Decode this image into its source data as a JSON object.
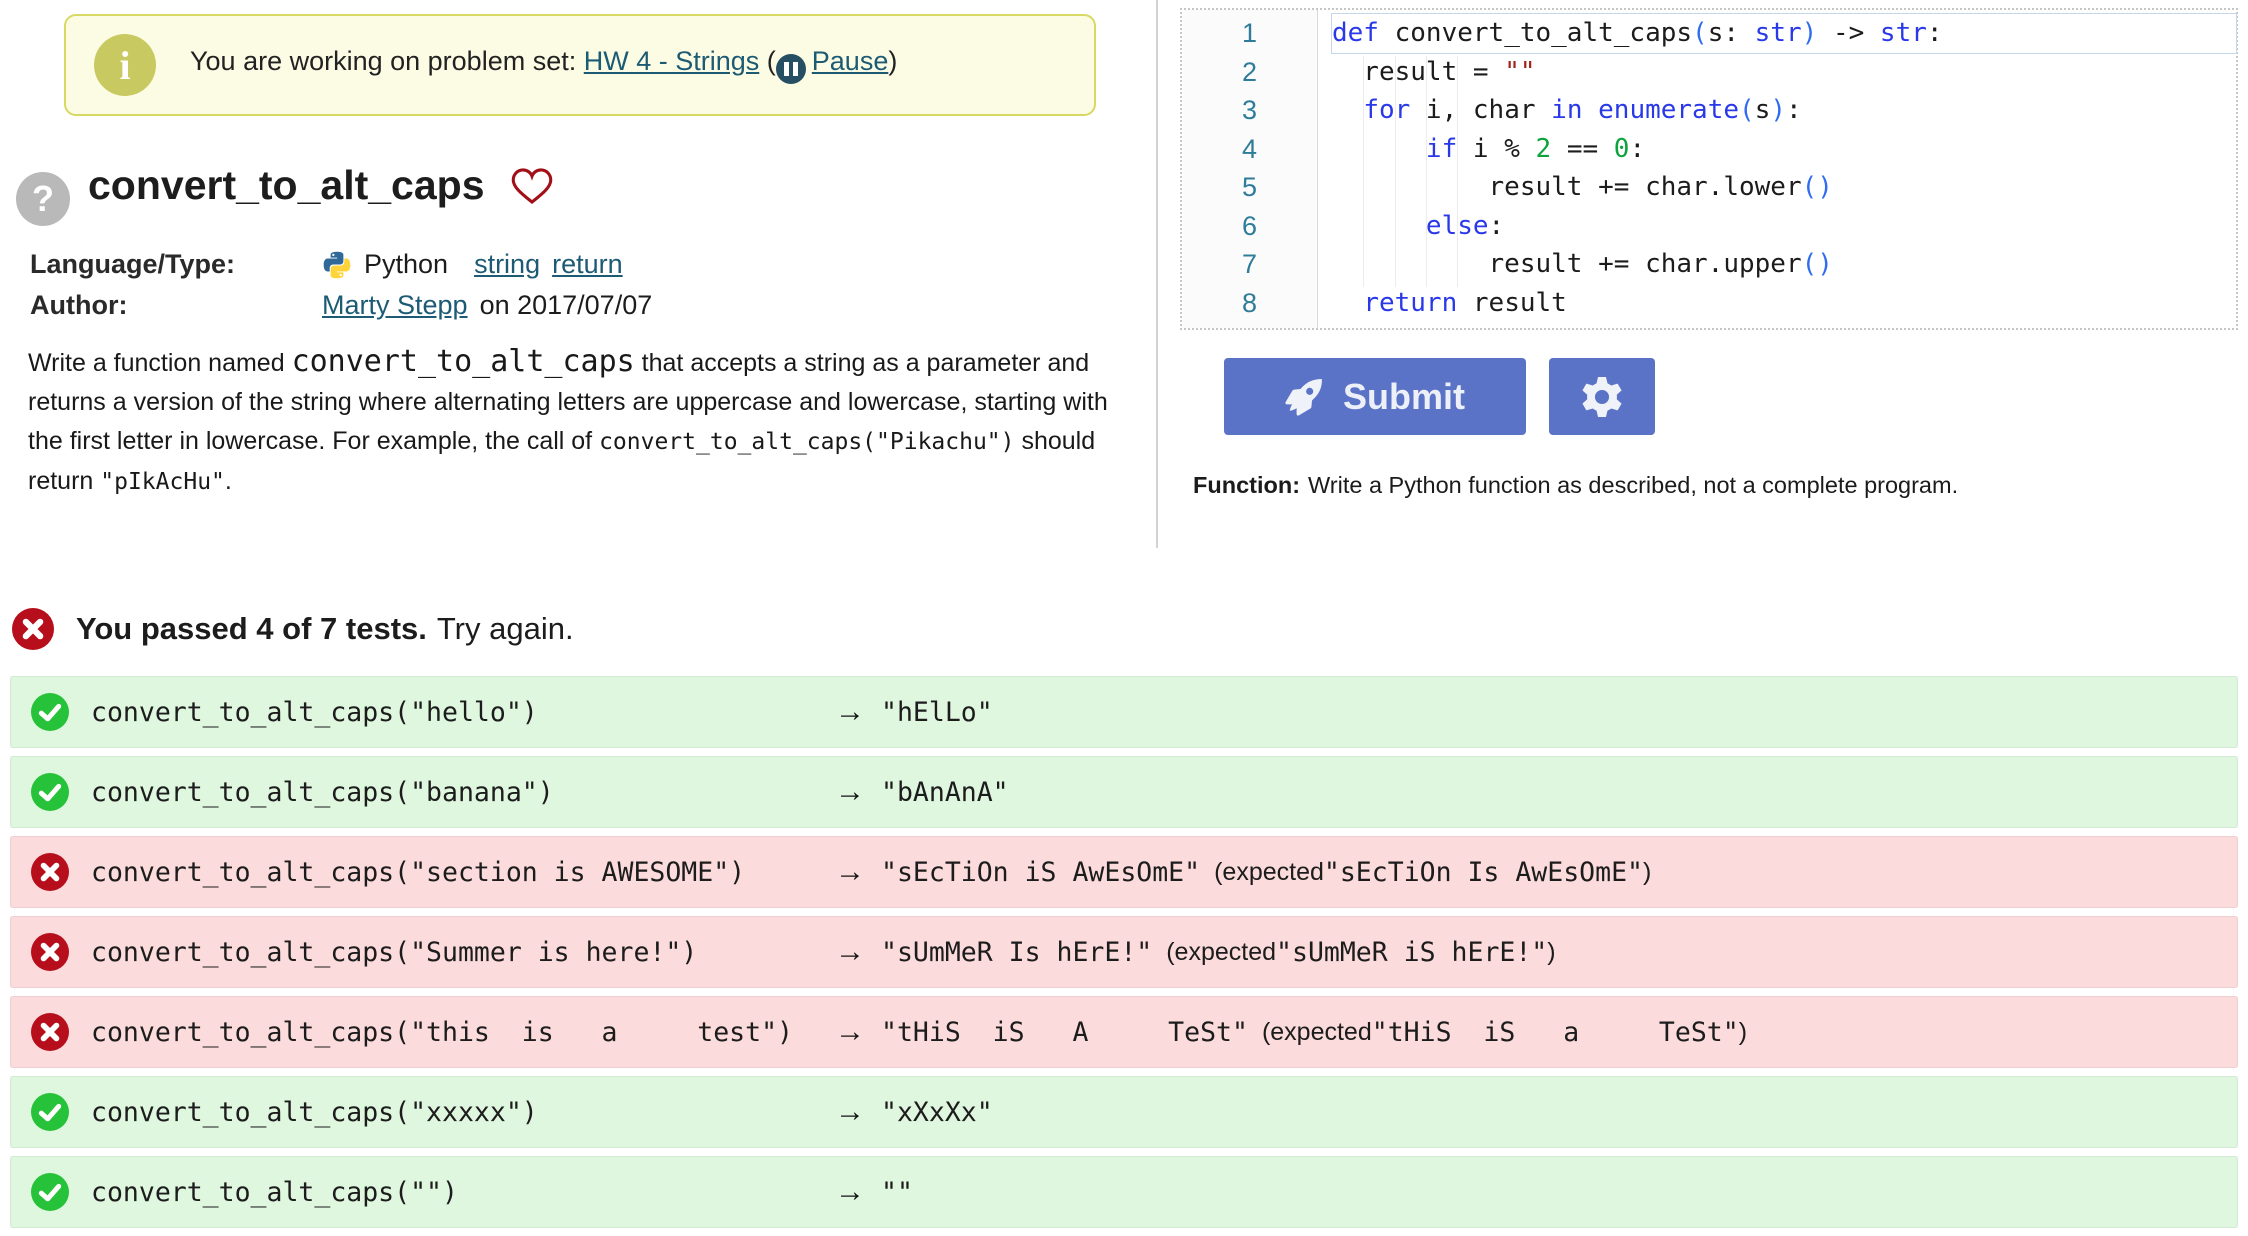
{
  "colors": {
    "accent_button": "#5b73c6",
    "banner_bg": "#fcfce4",
    "banner_border": "#d8d962",
    "link": "#1d5b75",
    "pass_bg": "#dff6df",
    "fail_bg": "#fbdbdb",
    "pass_icon": "#26c23a",
    "fail_icon": "#b70e1c",
    "syntax_keyword": "#2a39e8",
    "syntax_paren": "#2f6cf0",
    "syntax_number": "#0ba33c",
    "syntax_string": "#a2231a",
    "line_number": "#2e7c99"
  },
  "icons": {
    "info_glyph": "i",
    "help_glyph": "?",
    "pause": "pause-circle",
    "heart": "heart-outline",
    "python": "python-logo",
    "rocket": "rocket",
    "gear": "gear",
    "pass": "check-circle",
    "fail": "x-circle"
  },
  "banner": {
    "prefix": "You are working on problem set: ",
    "link": "HW 4 - Strings",
    "paren_open": "(",
    "pause": "Pause",
    "paren_close": ")"
  },
  "problem": {
    "title": "convert_to_alt_caps",
    "help_glyph": "?",
    "meta": {
      "language_label": "Language/Type:",
      "language": "Python",
      "tags": [
        "string",
        "return"
      ],
      "author_label": "Author:",
      "author_link": "Marty Stepp",
      "author_suffix": "on 2017/07/07"
    },
    "description_parts": [
      {
        "t": "Write a function named ",
        "s": "plain"
      },
      {
        "t": "convert_to_alt_caps",
        "s": "code-big"
      },
      {
        "t": " that accepts a string as a parameter and returns a version of the string where alternating letters are uppercase and lowercase, starting with the first letter in lowercase. For example, the call of ",
        "s": "plain"
      },
      {
        "t": "convert_to_alt_caps(\"Pikachu\")",
        "s": "code"
      },
      {
        "t": " should return ",
        "s": "plain"
      },
      {
        "t": "\"pIkAcHu\"",
        "s": "code"
      },
      {
        "t": ".",
        "s": "plain"
      }
    ]
  },
  "editor": {
    "lines": [
      {
        "n": "1",
        "segs": [
          [
            "def",
            "k"
          ],
          [
            " convert_to_alt_caps",
            "t"
          ],
          [
            "(",
            "p"
          ],
          [
            "s: ",
            "t"
          ],
          [
            "str",
            "k"
          ],
          [
            ")",
            "p"
          ],
          [
            " -> ",
            "t"
          ],
          [
            "str",
            "k"
          ],
          [
            ":",
            "t"
          ]
        ]
      },
      {
        "n": "2",
        "segs": [
          [
            "  result = ",
            "t"
          ],
          [
            "\"\"",
            "s"
          ]
        ]
      },
      {
        "n": "3",
        "segs": [
          [
            "  ",
            "t"
          ],
          [
            "for",
            "k"
          ],
          [
            " i, char ",
            "t"
          ],
          [
            "in",
            "k"
          ],
          [
            " ",
            "t"
          ],
          [
            "enumerate",
            "k"
          ],
          [
            "(",
            "p"
          ],
          [
            "s",
            "t"
          ],
          [
            ")",
            "p"
          ],
          [
            ":",
            "t"
          ]
        ]
      },
      {
        "n": "4",
        "segs": [
          [
            "      ",
            "t"
          ],
          [
            "if",
            "k"
          ],
          [
            " i % ",
            "t"
          ],
          [
            "2",
            "n"
          ],
          [
            " == ",
            "t"
          ],
          [
            "0",
            "n"
          ],
          [
            ":",
            "t"
          ]
        ]
      },
      {
        "n": "5",
        "segs": [
          [
            "          result += char.lower",
            "t"
          ],
          [
            "()",
            "p"
          ]
        ]
      },
      {
        "n": "6",
        "segs": [
          [
            "      ",
            "t"
          ],
          [
            "else",
            "k"
          ],
          [
            ":",
            "t"
          ]
        ]
      },
      {
        "n": "7",
        "segs": [
          [
            "          result += char.upper",
            "t"
          ],
          [
            "()",
            "p"
          ]
        ]
      },
      {
        "n": "8",
        "segs": [
          [
            "  ",
            "t"
          ],
          [
            "return",
            "k"
          ],
          [
            " result",
            "t"
          ]
        ]
      }
    ]
  },
  "actions": {
    "submit": "Submit"
  },
  "note": {
    "label": "Function:",
    "text": "Write a Python function as described, not a complete program."
  },
  "results": {
    "summary_bold": "You passed 4 of 7 tests.",
    "summary_rest": "Try again.",
    "arrow": "→",
    "expected_prefix": "(expected",
    "expected_suffix": ")",
    "tests": [
      {
        "pass": true,
        "call": "convert_to_alt_caps(\"hello\")",
        "result": "\"hElLo\""
      },
      {
        "pass": true,
        "call": "convert_to_alt_caps(\"banana\")",
        "result": "\"bAnAnA\""
      },
      {
        "pass": false,
        "call": "convert_to_alt_caps(\"section is AWESOME\")",
        "result": "\"sEcTiOn iS AwEsOmE\"",
        "expected": "\"sEcTiOn Is AwEsOmE\""
      },
      {
        "pass": false,
        "call": "convert_to_alt_caps(\"Summer is here!\")",
        "result": "\"sUmMeR Is hErE!\"",
        "expected": "\"sUmMeR iS hErE!\""
      },
      {
        "pass": false,
        "call": "convert_to_alt_caps(\"this  is   a     test\")",
        "result": "\"tHiS  iS   A     TeSt\"",
        "expected": "\"tHiS  iS   a     TeSt\""
      },
      {
        "pass": true,
        "call": "convert_to_alt_caps(\"xxxxx\")",
        "result": "\"xXxXx\""
      },
      {
        "pass": true,
        "call": "convert_to_alt_caps(\"\")",
        "result": "\"\""
      }
    ]
  }
}
